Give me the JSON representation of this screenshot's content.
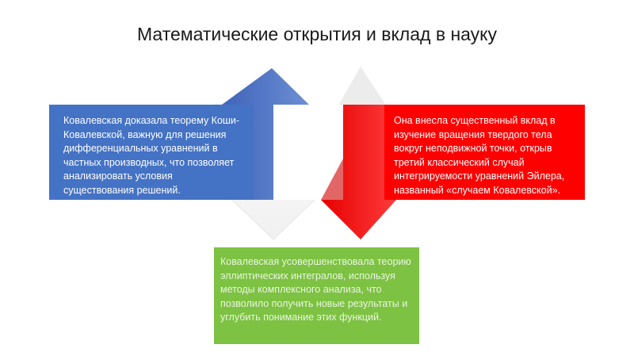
{
  "title": "Математические открытия и вклад в науку",
  "colors": {
    "blue": "#4472C4",
    "red": "#FF0000",
    "green": "#7DC242"
  },
  "boxes": {
    "blue": "Ковалевская доказала теорему Коши-Ковалевской, важную для решения дифференциальных уравнений в частных производных, что позволяет анализировать условия существования решений.",
    "red": "Она внесла существенный вклад в изучение вращения твердого тела вокруг неподвижной точки, открыв третий классический случай интегрируемости уравнений Эйлера, названный «случаем Ковалевской».",
    "green": "Ковалевская усовершенствовала теорию эллиптических интегралов, используя методы комплексного анализа, что позволило получить новые результаты и углубить понимание этих функций."
  }
}
